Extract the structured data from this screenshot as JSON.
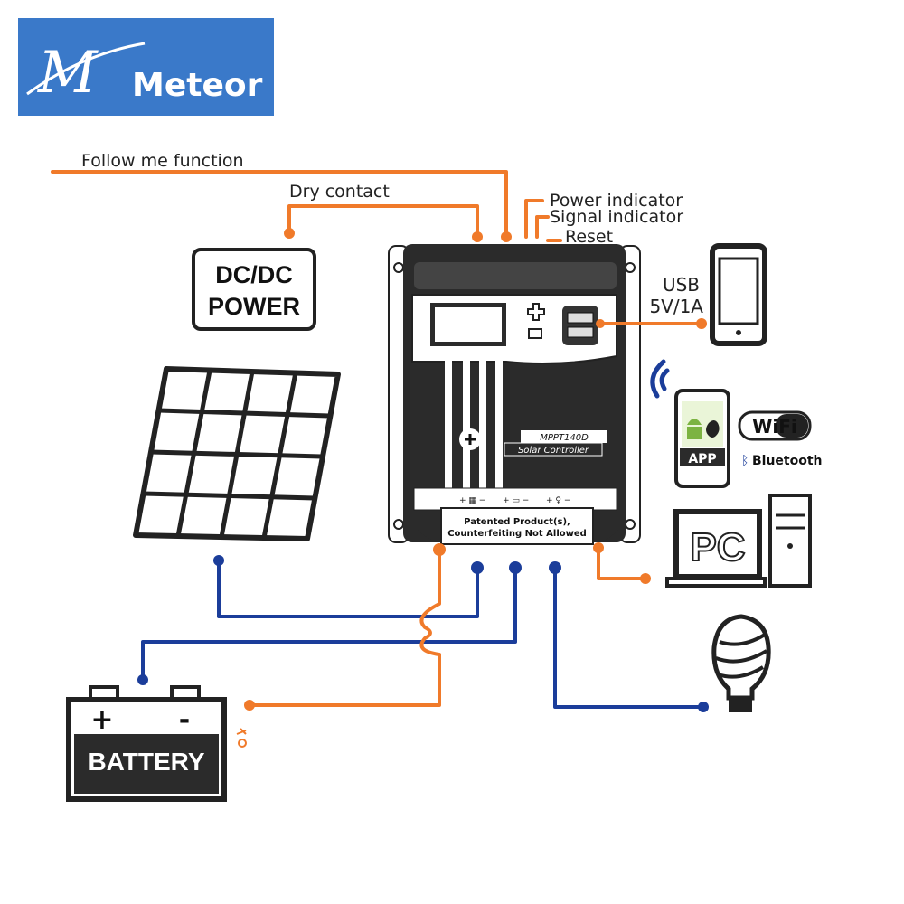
{
  "logo": {
    "brand": "Meteor",
    "mark": "M",
    "bg": "#3a79c9"
  },
  "labels": {
    "follow_me": "Follow me function",
    "dry_contact": "Dry contact",
    "power_indicator": "Power indicator",
    "signal_indicator": "Signal indicator",
    "reset": "Reset",
    "dcdc_line1": "DC/DC",
    "dcdc_line2": "POWER",
    "usb_line1": "USB",
    "usb_line2": "5V/1A",
    "battery": "BATTERY",
    "battery_plus": "+",
    "battery_minus": "-",
    "pc": "PC",
    "app": "APP",
    "wifi": "WiFi",
    "bluetooth": "Bluetooth"
  },
  "controller": {
    "model": "MPPT140D",
    "name": "Solar Controller",
    "notice_line1": "Patented Product(s),",
    "notice_line2": "Counterfeiting Not Allowed"
  },
  "colors": {
    "orange_wire": "#f07a2a",
    "blue_wire": "#1b3d9a",
    "device": "#333333",
    "logo_bg": "#3a79c9"
  },
  "icons": [
    "solar-panel-icon",
    "battery-icon",
    "bulb-icon",
    "smartphone-icon",
    "tablet-app-icon",
    "pc-icon",
    "wifi-signal-icon",
    "temperature-sensor-icon"
  ]
}
